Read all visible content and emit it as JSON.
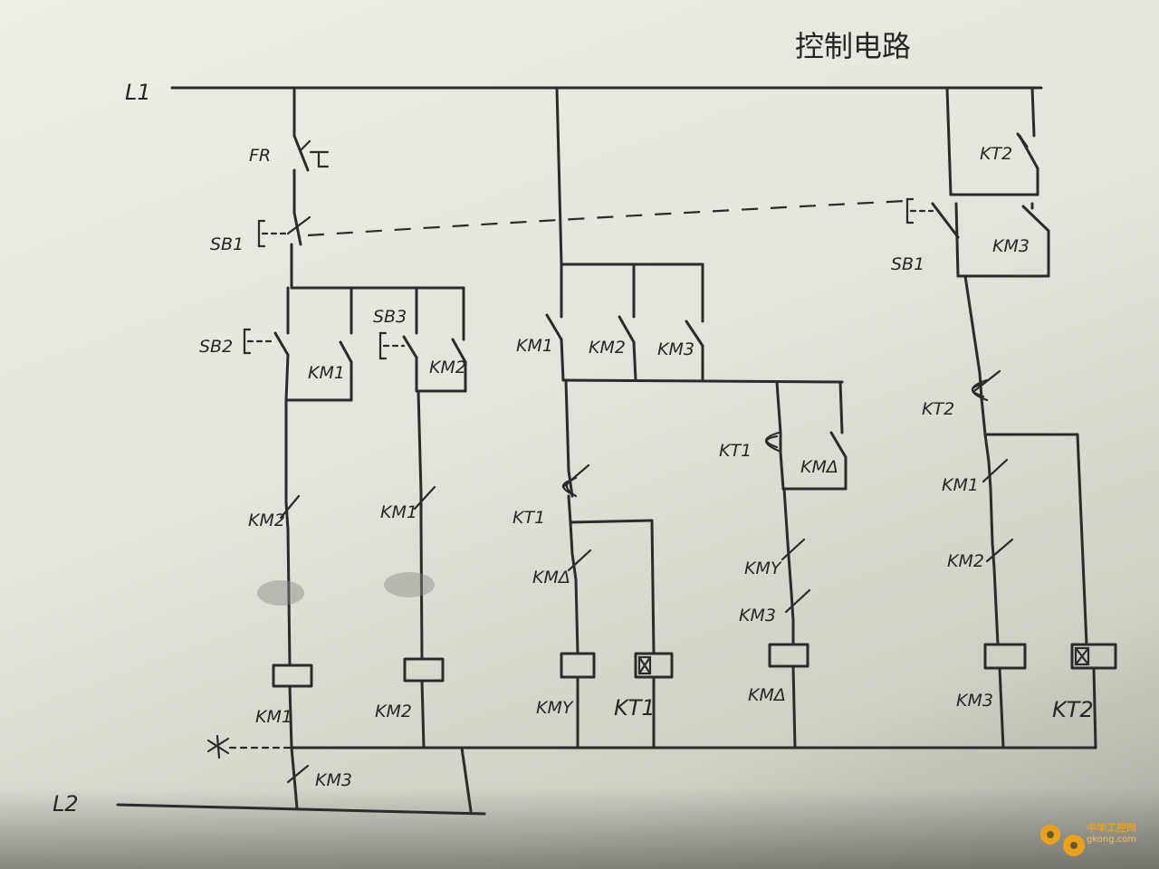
{
  "title": "控制电路",
  "rails": {
    "top": "L1",
    "bottom": "L2"
  },
  "labels": {
    "fr": "FR",
    "sb1_left": "SB1",
    "sb1_right": "SB1",
    "sb2": "SB2",
    "sb3": "SB3",
    "km1_hold": "KM1",
    "km2_hold": "KM2",
    "km1_nc_col2": "KM1",
    "km2_nc_col1": "KM2",
    "km1_coil": "KM1",
    "km2_coil": "KM2",
    "km3_bottom": "KM3",
    "mid_km1": "KM1",
    "mid_km2": "KM2",
    "mid_km3": "KM3",
    "kt1_delay": "KT1",
    "km_delta_nc": "KMΔ",
    "km_y_coil": "KMY",
    "kt1_coil": "KT1",
    "kt1_right": "KT1",
    "km_delta_hold": "KMΔ",
    "km_y_nc": "KMY",
    "km3_nc": "KM3",
    "km_delta_coil": "KMΔ",
    "kt2_top": "KT2",
    "km3_hold": "KM3",
    "kt2_delay": "KT2",
    "km1_nc_right": "KM1",
    "km2_nc_right": "KM2",
    "km3_coil": "KM3",
    "kt2_coil": "KT2"
  },
  "watermark": {
    "name": "中华工控网",
    "site": "gkong.com"
  },
  "colors": {
    "ink": "#2b2b2d",
    "paper": "#eeeee6",
    "logo": "#e8a21e"
  }
}
